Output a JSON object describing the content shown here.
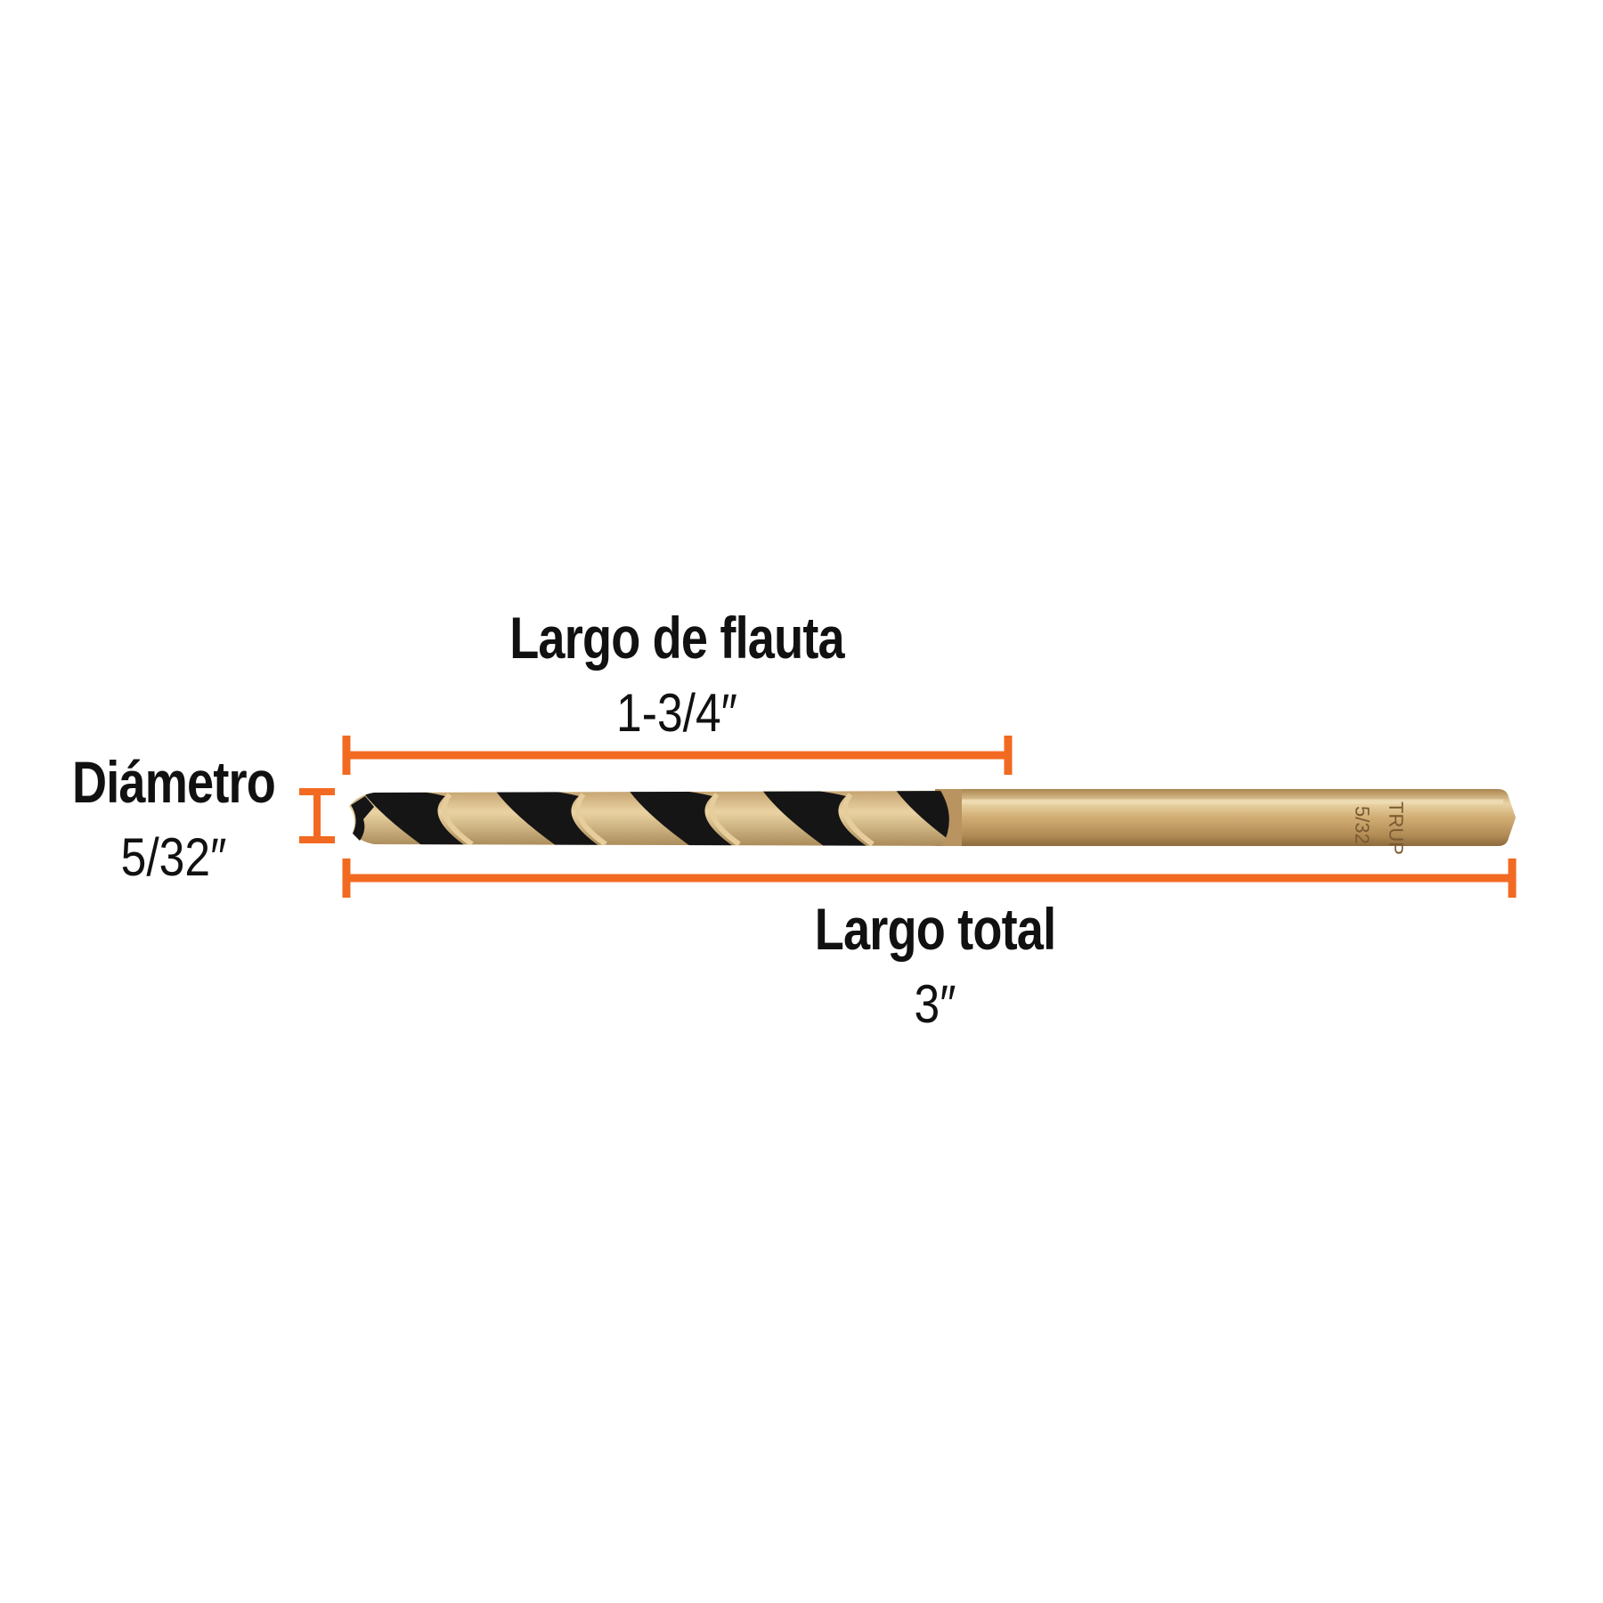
{
  "colors": {
    "dimension_line": "#f26a21",
    "drill_gold": "#c9a46a",
    "drill_gold_light": "#e7cd9b",
    "drill_black": "#151515",
    "label_text": "#111111"
  },
  "labels": {
    "flute_length": {
      "name": "Largo de flauta",
      "value": "1-3/4″"
    },
    "diameter": {
      "name": "Diámetro",
      "value": "5/32″"
    },
    "total_length": {
      "name": "Largo total",
      "value": "3″"
    }
  },
  "drill": {
    "shank_marking": [
      "TRUP",
      "5/32"
    ],
    "flute_turns": 5
  }
}
